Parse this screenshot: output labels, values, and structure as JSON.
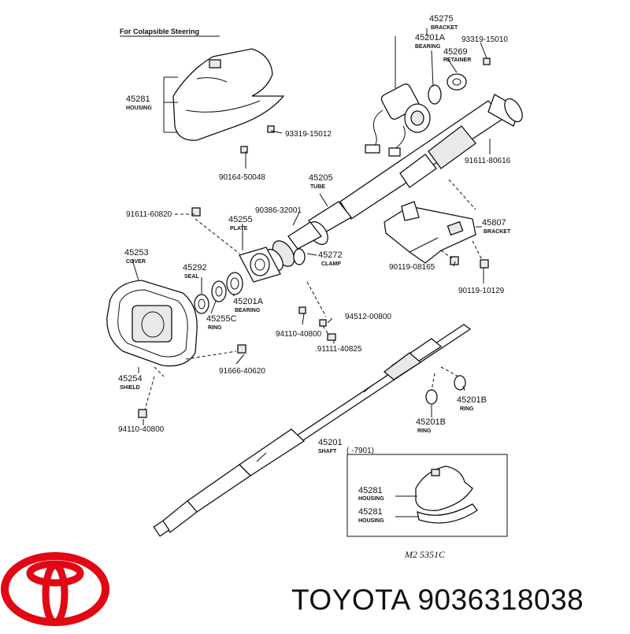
{
  "header": "For Colapsible Steering",
  "callouts": {
    "c45275": {
      "num": "45275",
      "cap": "BRACKET"
    },
    "c45201A_top": {
      "num": "45201A",
      "cap": "BEARING"
    },
    "c93319_15010": {
      "num": "93319-15010"
    },
    "c45269": {
      "num": "45269",
      "cap": "RETAINER"
    },
    "c45281_main": {
      "num": "45281",
      "cap": "HOUSING"
    },
    "c93319_15012": {
      "num": "93319-15012"
    },
    "c91611_80616": {
      "num": "91611-80616"
    },
    "c90164_50048": {
      "num": "90164-50048"
    },
    "c45205": {
      "num": "45205",
      "cap": "TUBE"
    },
    "c91611_60820": {
      "num": "91611-60820"
    },
    "c90386_32001": {
      "num": "90386-32001"
    },
    "c45255": {
      "num": "45255",
      "cap": "PLATE"
    },
    "c45807": {
      "num": "45807",
      "cap": "BRACKET"
    },
    "c45253": {
      "num": "45253",
      "cap": "COVER"
    },
    "c45292": {
      "num": "45292",
      "cap": "SEAL"
    },
    "c45272": {
      "num": "45272",
      "cap": "CLAMP"
    },
    "c90119_08165": {
      "num": "90119-08165"
    },
    "c90119_10129": {
      "num": "90119-10129"
    },
    "c45201A_mid": {
      "num": "45201A",
      "cap": "BEARING"
    },
    "c45255C": {
      "num": "45255C",
      "cap": "RING"
    },
    "c94512_00800": {
      "num": "94512-00800"
    },
    "c94110_40800_a": {
      "num": "94110-40800"
    },
    "c91111_40825": {
      "num": ".91111-40825"
    },
    "c91666_40620": {
      "num": "91666-40620"
    },
    "c45254": {
      "num": "45254",
      "cap": "SHIELD"
    },
    "c45201B_r": {
      "num": "45201B",
      "cap": "RING"
    },
    "c45201B_l": {
      "num": "45201B",
      "cap": "RING"
    },
    "c94110_40800_b": {
      "num": "94110-40800"
    },
    "c45201": {
      "num": "45201",
      "cap": "SHAFT"
    },
    "c_range": {
      "num": "(        -7901)"
    },
    "c45281_inset1": {
      "num": "45281",
      "cap": "HOUSING"
    },
    "c45281_inset2": {
      "num": "45281",
      "cap": "HOUSING"
    }
  },
  "drawing_code": "M2 5351C",
  "brand": {
    "name": "TOYOTA",
    "part_number": "9036318038",
    "logo_color": "#e30613",
    "logo_icon": "toyota-logo-icon"
  }
}
